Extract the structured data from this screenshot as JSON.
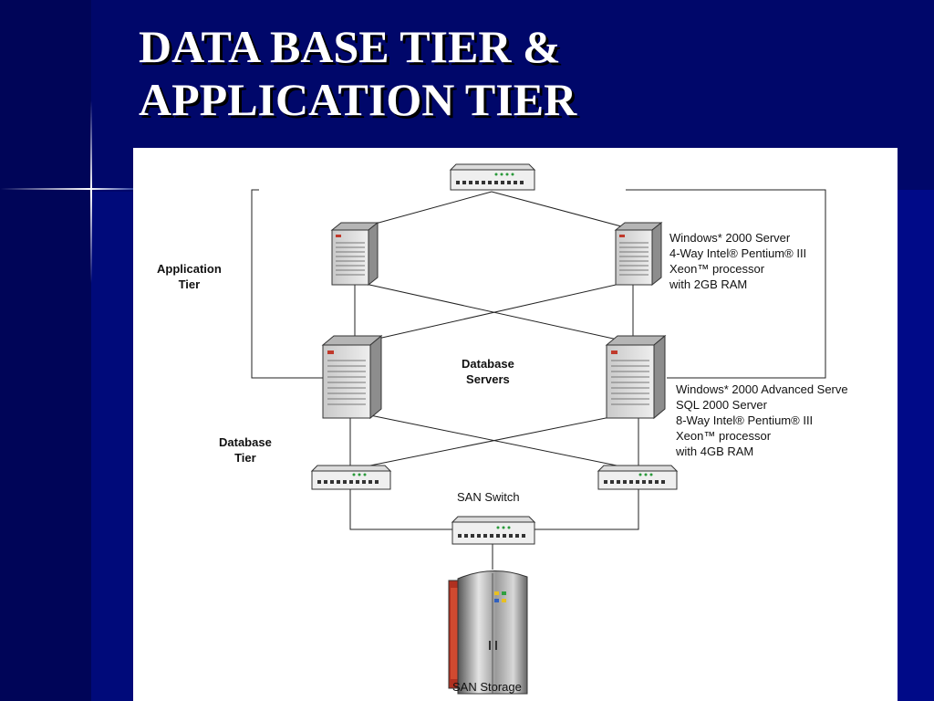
{
  "slide": {
    "title_line1": "DATA BASE TIER &",
    "title_line2": "APPLICATION TIER"
  },
  "diagram": {
    "application_tier_label": "Application\nTier",
    "database_tier_label": "Database\nTier",
    "database_servers_label": "Database\nServers",
    "app_server_spec": "Windows* 2000 Server\n4-Way Intel® Pentium® III\nXeon™ processor\nwith 2GB RAM",
    "db_server_spec": "Windows* 2000 Advanced Serve\nSQL 2000 Server\n8-Way Intel® Pentium® III\nXeon™ processor\nwith 4GB RAM",
    "san_switch_label": "SAN Switch",
    "san_storage_label": "SAN Storage"
  },
  "colors": {
    "background": "#000a7a",
    "title": "#ffffff",
    "panel": "#ffffff"
  }
}
